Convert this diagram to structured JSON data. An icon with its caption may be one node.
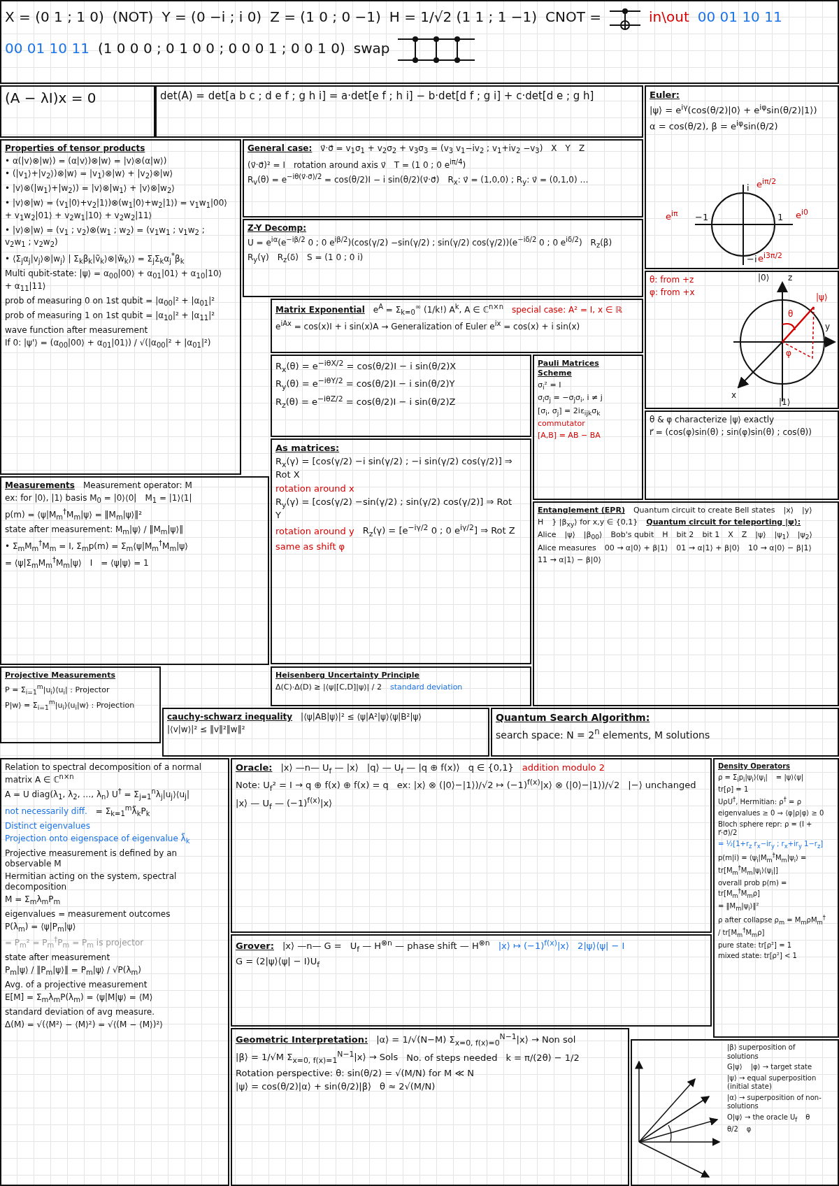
{
  "diagram": {
    "nodes": [
      {
        "text": [
          "X = (0 1 ; 1 0)",
          "(NOT)",
          "Y = (0 −i ; i 0)",
          "Z = (1 0 ; 0 −1)",
          "H = 1/√2 (1 1 ; 1 −1)",
          "CNOT =",
          "in\\out",
          "00 01 10 11",
          "00 01 10 11",
          "(1 0 0 0 ; 0 1 0 0 ; 0 0 0 1 ; 0 0 1 0)",
          "swap"
        ]
      },
      {
        "text": [
          "(A − λI)x = 0"
        ]
      },
      {
        "text": [
          "det(A) = det[a b c ; d e f ; g h i] = a·det[e f ; h i] − b·det[d f ; g i] + c·det[d e ; g h]"
        ]
      },
      {
        "text": [
          "Euler:",
          "|ψ⟩ = e$^{iγ}$(cos(θ/2)|0⟩ + e$^{iφ}$sin(θ/2)|1⟩)",
          "α = cos(θ/2), β = e$^{iφ}$sin(θ/2)",
          "i",
          "e$^{iπ/2}$",
          "e$^{iπ}$",
          "−1",
          "1",
          "e$^{i0}$",
          "−i",
          "e$^{i3π/2}$"
        ]
      },
      {
        "text": [
          "θ: from +z",
          "φ: from +x",
          "|0⟩",
          "z",
          "|ψ⟩",
          "θ",
          "y",
          "φ",
          "x",
          "|1⟩"
        ]
      },
      {
        "text": [
          "Properties of tensor products",
          "• α(|v⟩⊗|w⟩) = (α|v⟩)⊗|w⟩ = |v⟩⊗(α|w⟩)",
          "• (|v$_{1}$⟩+|v$_{2}$⟩)⊗|w⟩ = |v$_{1}$⟩⊗|w⟩ + |v$_{2}$⟩⊗|w⟩",
          "• |v⟩⊗(|w$_{1}$⟩+|w$_{2}$⟩) = |v⟩⊗|w$_{1}$⟩ + |v⟩⊗|w$_{2}$⟩",
          "• |v⟩⊗|w⟩ = (v$_{1}$|0⟩+v$_{2}$|1⟩)⊗(w$_{1}$|0⟩+w$_{2}$|1⟩) = v$_{1}$w$_{1}$|00⟩ + v$_{1}$w$_{2}$|01⟩ + v$_{2}$w$_{1}$|10⟩ + v$_{2}$w$_{2}$|11⟩",
          "• |v⟩⊗|w⟩ = (v$_{1}$ ; v$_{2}$)⊗(w$_{1}$ ; w$_{2}$) = (v$_{1}$w$_{1}$ ; v$_{1}$w$_{2}$ ; v$_{2}$w$_{1}$ ; v$_{2}$w$_{2}$)",
          "• ⟨Σ$_{j}$α$_{j}$|v$_{j}$⟩⊗|w$_{j}$⟩ | Σ$_{k}$β$_{k}$|ṽ$_{k}$⟩⊗|w̃$_{k}$⟩⟩ = Σ$_{j}$Σ$_{k}$α$_{j}$$^{*}$β$_{k}$",
          "Multi qubit-state: |ψ⟩ = α$_{00}$|00⟩ + α$_{01}$|01⟩ + α$_{10}$|10⟩ + α$_{11}$|11⟩",
          "prob of measuring 0 on 1st qubit = |α$_{00}$|² + |α$_{01}$|²",
          "prob of measuring 1 on 1st qubit = |α$_{10}$|² + |α$_{11}$|²",
          "wave function after measurement",
          "If 0: |ψ'⟩ = (α$_{00}$|00⟩ + α$_{01}$|01⟩) / √(|α$_{00}$|² + |α$_{01}$|²)"
        ]
      },
      {
        "text": [
          "General case:",
          "v⃗·σ⃗ = v$_{1}$σ$_{1}$ + v$_{2}$σ$_{2}$ + v$_{3}$σ$_{3}$ = (v$_{3}$ v$_{1}$−iv$_{2}$ ; v$_{1}$+iv$_{2}$ −v$_{3}$)",
          "X",
          "Y",
          "Z",
          "(v⃗·σ⃗)² = I",
          "rotation around axis v⃗",
          "T = (1 0 ; 0 e$^{iπ/4}$)",
          "R$_{v}$(θ) = e$^{−iθ(v⃗·σ⃗)/2}$ = cos(θ/2)I − i sin(θ/2)(v⃗·σ⃗)",
          "R$_{x}$: v⃗ = (1,0,0) ; R$_{y}$: v⃗ = (0,1,0) …"
        ]
      },
      {
        "text": [
          "Z-Y Decomp:",
          "U = e$^{iα}$(e$^{−iβ/2}$ 0 ; 0 e$^{iβ/2}$)(cos(γ/2) −sin(γ/2) ; sin(γ/2) cos(γ/2))(e$^{−iδ/2}$ 0 ; 0 e$^{iδ/2}$)",
          "R$_{z}$(β)",
          "R$_{y}$(γ)",
          "R$_{z}$(δ)",
          "S = (1 0 ; 0 i)"
        ]
      },
      {
        "text": [
          "Matrix Exponential",
          "e$^{A}$ = Σ$_{k=0}$$^{∞}$ (1/k!) A$^{k}$, A ∈ ℂ$^{n×n}$",
          "special case: A² = I, x ∈ ℝ",
          "e$^{iAx}$ = cos(x)I + i sin(x)A → Generalization of Euler e$^{ix}$ = cos(x) + i sin(x)"
        ]
      },
      {
        "text": [
          "R$_{x}$(θ) = e$^{−iθX/2}$ = cos(θ/2)I − i sin(θ/2)X",
          "R$_{y}$(θ) = e$^{−iθY/2}$ = cos(θ/2)I − i sin(θ/2)Y",
          "R$_{z}$(θ) = e$^{−iθZ/2}$ = cos(θ/2)I − i sin(θ/2)Z"
        ]
      },
      {
        "text": [
          "Pauli Matrices Scheme",
          "σ$_{i}$² = I",
          "σ$_{i}$σ$_{j}$ = −σ$_{j}$σ$_{i}$, i ≠ j",
          "[σ$_{i}$, σ$_{j}$] = 2iε$_{ijk}$σ$_{k}$",
          "commutator",
          "[A,B] = AB − BA"
        ]
      },
      {
        "text": [
          "As matrices:",
          "R$_{x}$(γ) = [cos(γ/2) −i sin(γ/2) ; −i sin(γ/2) cos(γ/2)] ⇒ Rot X",
          "rotation around x",
          "R$_{y}$(γ) = [cos(γ/2) −sin(γ/2) ; sin(γ/2) cos(γ/2)] ⇒ Rot Y",
          "rotation around y",
          "R$_{z}$(γ) = [e$^{−iγ/2}$ 0 ; 0 e$^{iγ/2}$] ⇒ Rot Z",
          "same as shift φ"
        ]
      },
      {
        "text": [
          "θ & φ characterize |ψ⟩ exactly",
          "r⃗ = (cos(φ)sin(θ) ; sin(φ)sin(θ) ; cos(θ))"
        ]
      },
      {
        "text": [
          "Entanglement (EPR)",
          "Quantum circuit to create Bell states",
          "|x⟩",
          "|y⟩",
          "H",
          "} |β$_{xy}$⟩ for x,y ∈ {0,1}",
          "Quantum circuit for teleporting |ψ⟩:",
          "Alice",
          "|ψ⟩",
          "|β$_{00}$⟩",
          "Bob's qubit",
          "H",
          "bit 2",
          "bit 1",
          "X",
          "Z",
          "|ψ⟩",
          "|ψ$_{1}$⟩",
          "|ψ$_{2}$⟩",
          "Alice measures",
          "00 → α|0⟩ + β|1⟩",
          "01 → α|1⟩ + β|0⟩",
          "10 → α|0⟩ − β|1⟩",
          "11 → α|1⟩ − β|0⟩"
        ]
      },
      {
        "text": [
          "Measurements",
          "Measurement operator: M",
          "ex: for |0⟩, |1⟩ basis M$_{0}$ = |0⟩⟨0|",
          "M$_{1}$ = |1⟩⟨1|",
          "p(m) = ⟨ψ|M$_{m}$$^{†}$M$_{m}$|ψ⟩ = ‖M$_{m}$|ψ⟩‖²",
          "state after measurement: M$_{m}$|ψ⟩ / ‖M$_{m}$|ψ⟩‖",
          "• Σ$_{m}$M$_{m}$$^{†}$M$_{m}$ = I, Σ$_{m}$p(m) = Σ$_{m}$⟨ψ|M$_{m}$$^{†}$M$_{m}$|ψ⟩",
          "= ⟨ψ|Σ$_{m}$M$_{m}$$^{†}$M$_{m}$|ψ⟩",
          "I",
          "= ⟨ψ|ψ⟩ = 1"
        ]
      },
      {
        "text": [
          "Projective Measurements",
          "P = Σ$_{i=1}$$^{m}$|u$_{i}$⟩⟨u$_{i}$| : Projector",
          "P|w⟩ = Σ$_{i=1}$$^{m}$|u$_{i}$⟩⟨u$_{i}$|w⟩ : Projection"
        ]
      },
      {
        "text": [
          "Heisenberg Uncertainty Principle",
          "Δ(C)·Δ(D) ≥ |⟨ψ|[C,D]|ψ⟩| / 2",
          "standard deviation"
        ]
      },
      {
        "text": [
          "cauchy-schwarz inequality",
          "|⟨ψ|AB|ψ⟩|² ≤ ⟨ψ|A²|ψ⟩⟨ψ|B²|ψ⟩",
          "|⟨v|w⟩|² ≤ ‖v‖²‖w‖²"
        ]
      },
      {
        "text": [
          "Quantum Search Algorithm:",
          "search space: N = 2$^{n}$ elements, M solutions"
        ]
      },
      {
        "text": [
          "Relation to spectral decomposition of a normal matrix A ∈ ℂ$^{n×n}$",
          "A = U diag(λ$_{1}$, λ$_{2}$, …, λ$_{n}$) U$^{†}$ = Σ$_{j=1}$$^{n}$λ$_{j}$|u$_{j}$⟩⟨u$_{j}$|",
          "not necessarily diff.",
          "= Σ$_{k=1}$$^{m}$λ̃$_{k}$P$_{k}$",
          "Distinct eigenvalues",
          "Projection onto eigenspace of eigenvalue λ̃$_{k}$",
          "Projective measurement is defined by an observable M",
          "Hermitian acting on the system, spectral decomposition",
          "M = Σ$_{m}$λ$_{m}$P$_{m}$",
          "eigenvalues = measurement outcomes",
          "P(λ$_{m}$) = ⟨ψ|P$_{m}$|ψ⟩",
          "= P$_{m}$² = P$_{m}$$^{†}$P$_{m}$ = P$_{m}$ is projector",
          "state after measurement",
          "P$_{m}$|ψ⟩ / ‖P$_{m}$|ψ⟩‖ = P$_{m}$|ψ⟩ / √P(λ$_{m}$)",
          "Avg. of a projective measurement",
          "E[M] = Σ$_{m}$λ$_{m}$P(λ$_{m}$) = ⟨ψ|M|ψ⟩ = ⟨M⟩",
          "standard deviation of avg measure.",
          "Δ(M) = √(⟨M²⟩ − ⟨M⟩²) = √⟨(M − ⟨M⟩)²⟩"
        ]
      },
      {
        "text": [
          "Oracle:",
          "|x⟩ —n— U$_{f}$ — |x⟩",
          "|q⟩ — U$_{f}$ — |q ⊕ f(x)⟩",
          "q ∈ {0,1}",
          "addition modulo 2",
          "Note: U$_{f}$² = I → q ⊕ f(x) ⊕ f(x) = q",
          "ex: |x⟩ ⊗ (|0⟩−|1⟩)/√2 ↦ (−1)$^{f(x)}$|x⟩ ⊗ (|0⟩−|1⟩)/√2",
          "|−⟩ unchanged",
          "|x⟩ — U$_{f}$ — (−1)$^{f(x)}$|x⟩"
        ]
      },
      {
        "text": [
          "Density Operators",
          "ρ = Σ$_{i}$p$_{i}$|ψ$_{i}$⟩⟨ψ$_{i}$|",
          "= |ψ⟩⟨ψ|",
          "tr[ρ] = 1",
          "UρU$^{†}$, Hermitian: ρ$^{†}$ = ρ",
          "eigenvalues ≥ 0 ⇒ ⟨φ|ρ|φ⟩ ≥ 0",
          "Bloch sphere repr: ρ = (I + r⃗·σ⃗)/2",
          "= ½[1+r$_{z}$ r$_{x}$−ir$_{y}$ ; r$_{x}$+ir$_{y}$ 1−r$_{z}$]",
          "p(m|i) = ⟨ψ$_{i}$|M$_{m}$$^{†}$M$_{m}$|ψ$_{i}$⟩ = tr[M$_{m}$$^{†}$M$_{m}$|ψ$_{i}$⟩⟨ψ$_{i}$|]",
          "overall prob p(m) = tr[M$_{m}$$^{†}$M$_{m}$ρ]",
          "= ‖M$_{m}$|ψ$_{i}$⟩‖²",
          "ρ after collapse ρ$_{m}$ = M$_{m}$ρM$_{m}$$^{†}$ / tr[M$_{m}$$^{†}$M$_{m}$ρ]",
          "pure state: tr[ρ²] = 1",
          "mixed state: tr[ρ²] < 1"
        ]
      },
      {
        "text": [
          "Grover:",
          "|x⟩ —n— G =",
          "U$_{f}$ — H$^{⊗n}$ — phase shift — H$^{⊗n}$",
          "|x⟩ ↦ (−1)$^{f(x)}$|x⟩",
          "2|ψ⟩⟨ψ| − I",
          "G = (2|ψ⟩⟨ψ| − I)U$_{f}$"
        ]
      },
      {
        "text": [
          "Geometric Interpretation:",
          "|α⟩ = 1/√(N−M) Σ$_{x=0, f(x)=0}$$^{N−1}$|x⟩ → Non sol",
          "|β⟩ = 1/√M Σ$_{x=0, f(x)=1}$$^{N−1}$|x⟩ → Sols",
          "No. of steps needed",
          "k = π/(2θ) − 1/2",
          "Rotation perspective: θ: sin(θ/2) = √(M/N) for M ≪ N",
          "|ψ⟩ = cos(θ/2)|α⟩ + sin(θ/2)|β⟩",
          "θ ≈ 2√(M/N)"
        ]
      },
      {
        "text": [
          "|β⟩ superposition of solutions",
          "G|ψ⟩",
          "|φ⟩ → target state",
          "|ψ⟩ → equal superposition (initial state)",
          "|α⟩ → superposition of non-solutions",
          "O|ψ⟩ → the oracle U$_{f}$",
          "θ",
          "θ/2",
          "φ"
        ]
      }
    ]
  }
}
